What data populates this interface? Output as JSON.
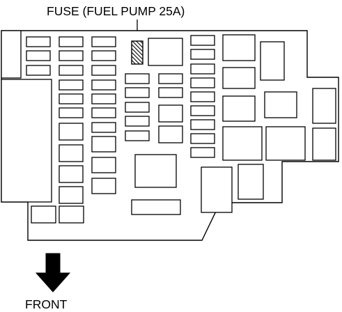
{
  "callout": {
    "label": "FUSE (FUEL PUMP 25A)"
  },
  "direction": {
    "label": "FRONT"
  },
  "colors": {
    "line": "#000000",
    "background": "#ffffff"
  },
  "icons": {
    "direction_arrow": "arrow-down-icon",
    "highlight": "hatched-fuse-highlight"
  }
}
